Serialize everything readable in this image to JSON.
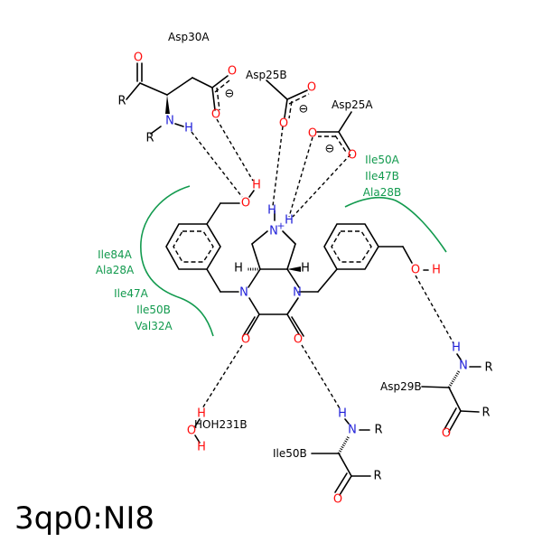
{
  "title": "3qp0:NI8",
  "colors": {
    "carbon": "#000000",
    "oxygen": "#ff0d0d",
    "nitrogen": "#1f1fd8",
    "hydrophobic": "#129a4e"
  },
  "residues": {
    "asp30a": "Asp30A",
    "asp25b": "Asp25B",
    "asp25a": "Asp25A",
    "asp29b": "Asp29B",
    "ile50b": "Ile50B",
    "hoh231b": "HOH231B"
  },
  "hydrophobic_groups": {
    "left": [
      "Ile84A",
      "Ala28A",
      "Ile47A",
      "Ile50B",
      "Val32A"
    ],
    "right": [
      "Ile50A",
      "Ile47B",
      "Ala28B"
    ]
  },
  "atoms": {
    "O": "O",
    "N": "N",
    "H": "H",
    "R": "R",
    "N_plus": "N",
    "plus": "+",
    "minus": "⊖"
  }
}
